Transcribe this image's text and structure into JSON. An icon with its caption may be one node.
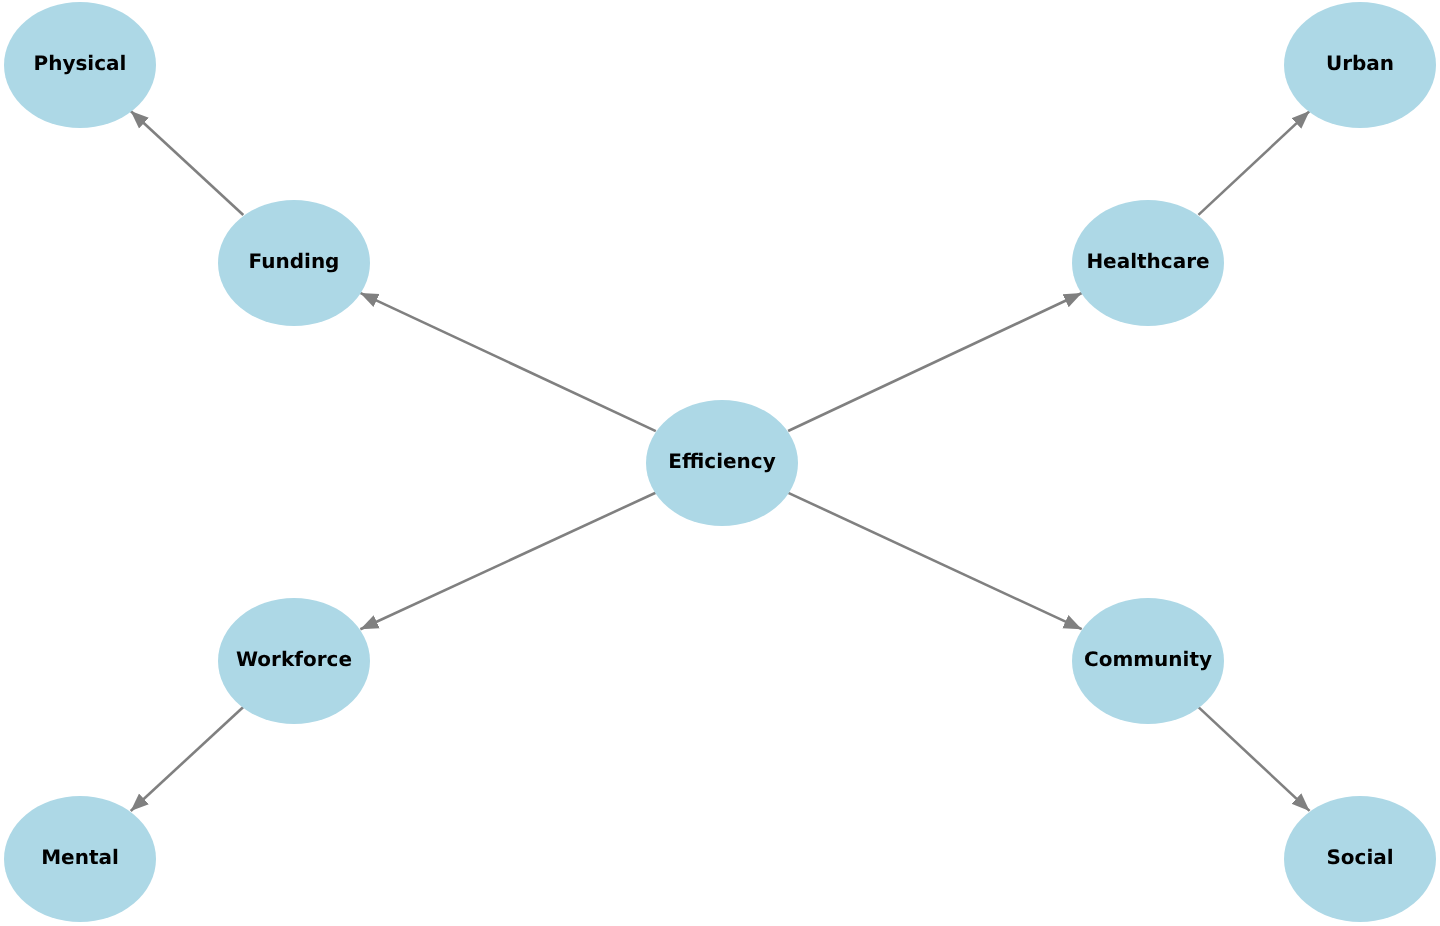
{
  "diagram": {
    "nodes": [
      {
        "text": [
          "Physical"
        ]
      },
      {
        "text": [
          "Urban"
        ]
      },
      {
        "text": [
          "Funding"
        ]
      },
      {
        "text": [
          "Healthcare"
        ]
      },
      {
        "text": [
          "Efficiency"
        ]
      },
      {
        "text": [
          "Workforce"
        ]
      },
      {
        "text": [
          "Community"
        ]
      },
      {
        "text": [
          "Mental"
        ]
      },
      {
        "text": [
          "Social"
        ]
      }
    ],
    "edges": [
      {
        "from": 4,
        "to": 2,
        "arrow": "to"
      },
      {
        "from": 4,
        "to": 3,
        "arrow": "to"
      },
      {
        "from": 4,
        "to": 5,
        "arrow": "to"
      },
      {
        "from": 4,
        "to": 6,
        "arrow": "to"
      },
      {
        "from": 2,
        "to": 0,
        "arrow": "to"
      },
      {
        "from": 3,
        "to": 1,
        "arrow": "to"
      },
      {
        "from": 5,
        "to": 7,
        "arrow": "to"
      },
      {
        "from": 6,
        "to": 8,
        "arrow": "to"
      }
    ]
  }
}
